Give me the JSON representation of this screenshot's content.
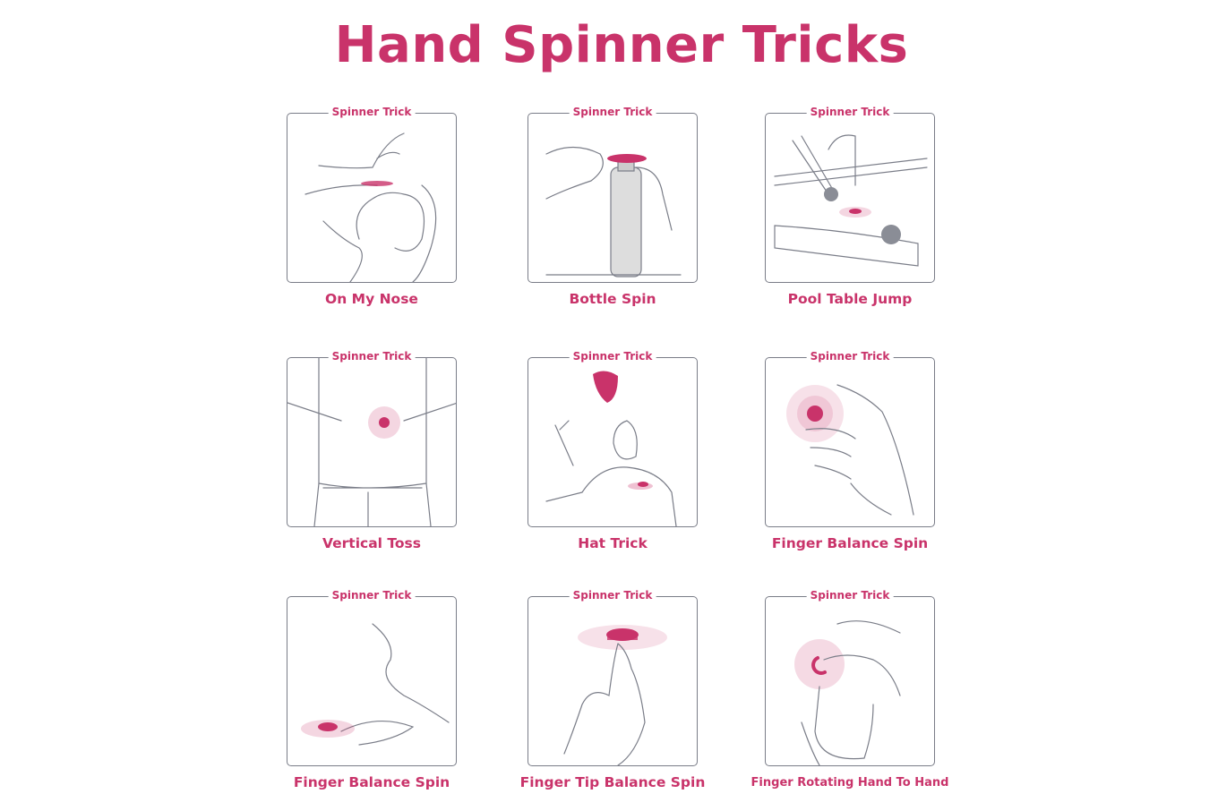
{
  "title": "Hand Spinner Tricks",
  "accent_color": "#c9336a",
  "line_color": "#7a7d88",
  "cards": [
    {
      "tag": "Spinner Trick",
      "caption": "On My Nose",
      "illustration": "person-balancing-spinner-on-nose"
    },
    {
      "tag": "Spinner Trick",
      "caption": "Bottle Spin",
      "illustration": "spinner-on-bottle"
    },
    {
      "tag": "Spinner Trick",
      "caption": "Pool Table Jump",
      "illustration": "spinner-on-pool-table"
    },
    {
      "tag": "Spinner Trick",
      "caption": "Vertical Toss",
      "illustration": "vertical-toss-hands"
    },
    {
      "tag": "Spinner Trick",
      "caption": "Hat Trick",
      "illustration": "spinner-toss-to-head"
    },
    {
      "tag": "Spinner Trick",
      "caption": "Finger Balance Spin",
      "illustration": "spinner-between-fingers"
    },
    {
      "tag": "Spinner Trick",
      "caption": "Finger Balance Spin",
      "illustration": "spinner-on-hand-back"
    },
    {
      "tag": "Spinner Trick",
      "caption": "Finger Tip Balance Spin",
      "illustration": "spinner-on-fingertip"
    },
    {
      "tag": "Spinner Trick",
      "caption": "Finger Rotating Hand To Hand",
      "illustration": "spinner-hand-to-hand"
    }
  ]
}
